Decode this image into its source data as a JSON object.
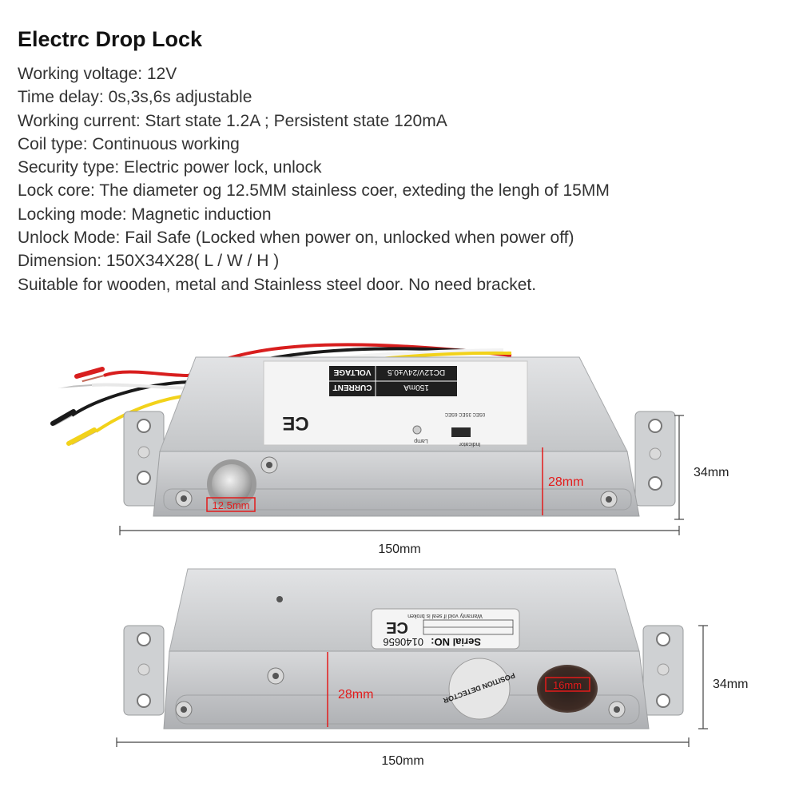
{
  "title": "Electrc Drop Lock",
  "specs": [
    "Working voltage: 12V",
    "Time delay: 0s,3s,6s adjustable",
    "Working current: Start state 1.2A ; Persistent state 120mA",
    "Coil type: Continuous working",
    "Security type: Electric power lock, unlock",
    "Lock core: The diameter og 12.5MM stainless coer, exteding the lengh of 15MM",
    "Locking mode: Magnetic induction",
    "Unlock Mode: Fail Safe (Locked when power on, unlocked when power off)",
    "Dimension: 150X34X28( L / W / H )",
    "Suitable for wooden, metal and Stainless steel door. No need bracket."
  ],
  "top_view": {
    "label_current_key": "CURRENT",
    "label_current_val": "150mA",
    "label_voltage_key": "VOLTAGE",
    "label_voltage_val": "DC12V/24V±0.5",
    "ce_mark": "CE",
    "lamp": "Lamp",
    "indicator": "Indicator",
    "delay_options": "0SEC 3SEC 6SEC",
    "dim_core": "12.5mm",
    "dim_height": "28mm",
    "dim_width": "34mm",
    "dim_length": "150mm"
  },
  "bottom_view": {
    "ce_mark": "CE",
    "warranty": "Warranty void if seal is broken",
    "serial_label": "Serial NO:",
    "serial_value": "0140656",
    "detector": "POSITION DETECTOR",
    "dim_hole": "16mm",
    "dim_height": "28mm",
    "dim_width": "34mm",
    "dim_length": "150mm"
  },
  "colors": {
    "wire_red": "#d81e1e",
    "wire_black": "#1a1a1a",
    "wire_white": "#f2f2f2",
    "wire_yellow": "#f2d21a",
    "dimension_red": "#e31b1b",
    "body_silver": "#c9cbcd"
  }
}
